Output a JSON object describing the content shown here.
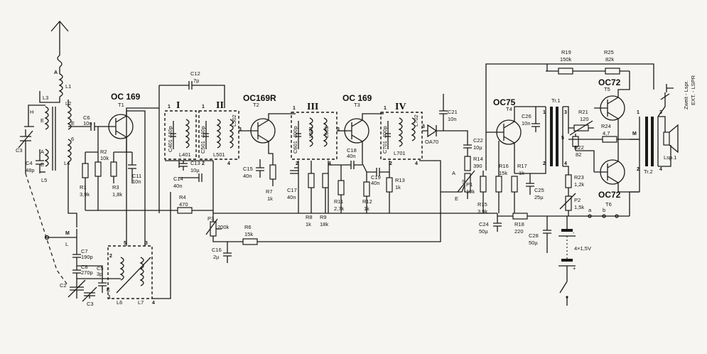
{
  "transistors": {
    "t1": {
      "type": "OC 169",
      "ref": "T1"
    },
    "t2": {
      "type": "OC169R",
      "ref": "T2"
    },
    "t3": {
      "type": "OC 169",
      "ref": "T3"
    },
    "t4": {
      "type": "OC75",
      "ref": "T4"
    },
    "t5": {
      "type": "OC72",
      "ref": "T5"
    },
    "t6": {
      "type": "OC72",
      "ref": "T6"
    }
  },
  "stages": {
    "s1": "I",
    "s2": "II",
    "s3": "III",
    "s4": "IV"
  },
  "resistors": {
    "r1": {
      "ref": "R1",
      "value": "3,9k"
    },
    "r2": {
      "ref": "R2",
      "value": "10k"
    },
    "r3": {
      "ref": "R3",
      "value": "1,8k"
    },
    "r4": {
      "ref": "R4",
      "value": "470"
    },
    "r6": {
      "ref": "R6",
      "value": "15k"
    },
    "r7": {
      "ref": "R7",
      "value": "1k"
    },
    "r8": {
      "ref": "R8",
      "value": "1k"
    },
    "r9": {
      "ref": "R9",
      "value": "18k"
    },
    "r11": {
      "ref": "R11",
      "value": "2,7k"
    },
    "r12": {
      "ref": "R12",
      "value": "1k"
    },
    "r13": {
      "ref": "R13",
      "value": "1k"
    },
    "r14": {
      "ref": "R14",
      "value": "390"
    },
    "r15": {
      "ref": "R15",
      "value": "3,9k"
    },
    "r16": {
      "ref": "R16",
      "value": "15k"
    },
    "r17": {
      "ref": "R17",
      "value": "1k"
    },
    "r18": {
      "ref": "R18",
      "value": "220"
    },
    "r19": {
      "ref": "R19",
      "value": "150k"
    },
    "r21": {
      "ref": "R21",
      "value": "120"
    },
    "r22": {
      "ref": "R22",
      "value": "82"
    },
    "r23": {
      "ref": "R23",
      "value": "1,2k"
    },
    "r24": {
      "ref": "R24",
      "value": "4,7"
    },
    "r25": {
      "ref": "R25",
      "value": "82k"
    }
  },
  "potentiometers": {
    "p1": {
      "ref": "P1",
      "value": "10k"
    },
    "p2": {
      "ref": "P2",
      "value": "1,5k"
    },
    "p3": {
      "ref": "P3",
      "value": "200k"
    }
  },
  "capacitors": {
    "c2": {
      "ref": "C2",
      "value": ""
    },
    "c3": {
      "ref": "C3",
      "value": ""
    },
    "c4": {
      "ref": "C4",
      "value": "48p"
    },
    "c5": {
      "ref": "C5",
      "value": "3p"
    },
    "c6": {
      "ref": "C6",
      "value": "10n"
    },
    "c7": {
      "ref": "C7",
      "value": "190p"
    },
    "c8": {
      "ref": "C8",
      "value": "270p"
    },
    "c11": {
      "ref": "C11",
      "value": "10n"
    },
    "c12": {
      "ref": "C12",
      "value": "7p"
    },
    "c13": {
      "ref": "C13",
      "value": "10µ"
    },
    "c14": {
      "ref": "C14",
      "value": "40n"
    },
    "c15": {
      "ref": "C15",
      "value": "40n"
    },
    "c16": {
      "ref": "C16",
      "value": "2µ"
    },
    "c17": {
      "ref": "C17",
      "value": "40n"
    },
    "c18": {
      "ref": "C18",
      "value": "40n"
    },
    "c19": {
      "ref": "C19",
      "value": "40n"
    },
    "c21": {
      "ref": "C21",
      "value": "10n"
    },
    "c22": {
      "ref": "C22",
      "value": "10µ"
    },
    "c24": {
      "ref": "C24",
      "value": "50µ"
    },
    "c25": {
      "ref": "C25",
      "value": "25µ"
    },
    "c26": {
      "ref": "C26",
      "value": "10n"
    },
    "c28": {
      "ref": "C28",
      "value": "50µ"
    },
    "c401": {
      "ref": "C401",
      "value": "440p"
    },
    "c501": {
      "ref": "C501",
      "value": "440p"
    },
    "c601": {
      "ref": "C601",
      "value": "400p"
    },
    "c701": {
      "ref": "C701",
      "value": "400p"
    }
  },
  "inductors": {
    "l1": "L1",
    "l2": "L2",
    "l3": "L3",
    "l4": "L4",
    "l5": "L5",
    "l6": "L6",
    "l7": "L7",
    "l401": "L401",
    "l501": "L501",
    "l502": "L502",
    "l601": "L601",
    "l602": "L602",
    "l701": "L701",
    "l702": "L702"
  },
  "diode": {
    "ref": "OA70"
  },
  "transformers": {
    "tr1": "Tr.1",
    "tr2": "Tr.2"
  },
  "speaker": {
    "ref": "Lsp.1",
    "ext_label_de": "Zweit - Lspr.",
    "ext_label_en": "EXT. - LSPR"
  },
  "battery": {
    "value": "4×1,5V"
  },
  "misc": {
    "m": "M",
    "m_out": "M",
    "ant_a": "A",
    "nodes_a": "a",
    "nodes_b": "b"
  },
  "colors": {
    "ink": "#1a1a1a",
    "paper": "#f6f5f1"
  }
}
